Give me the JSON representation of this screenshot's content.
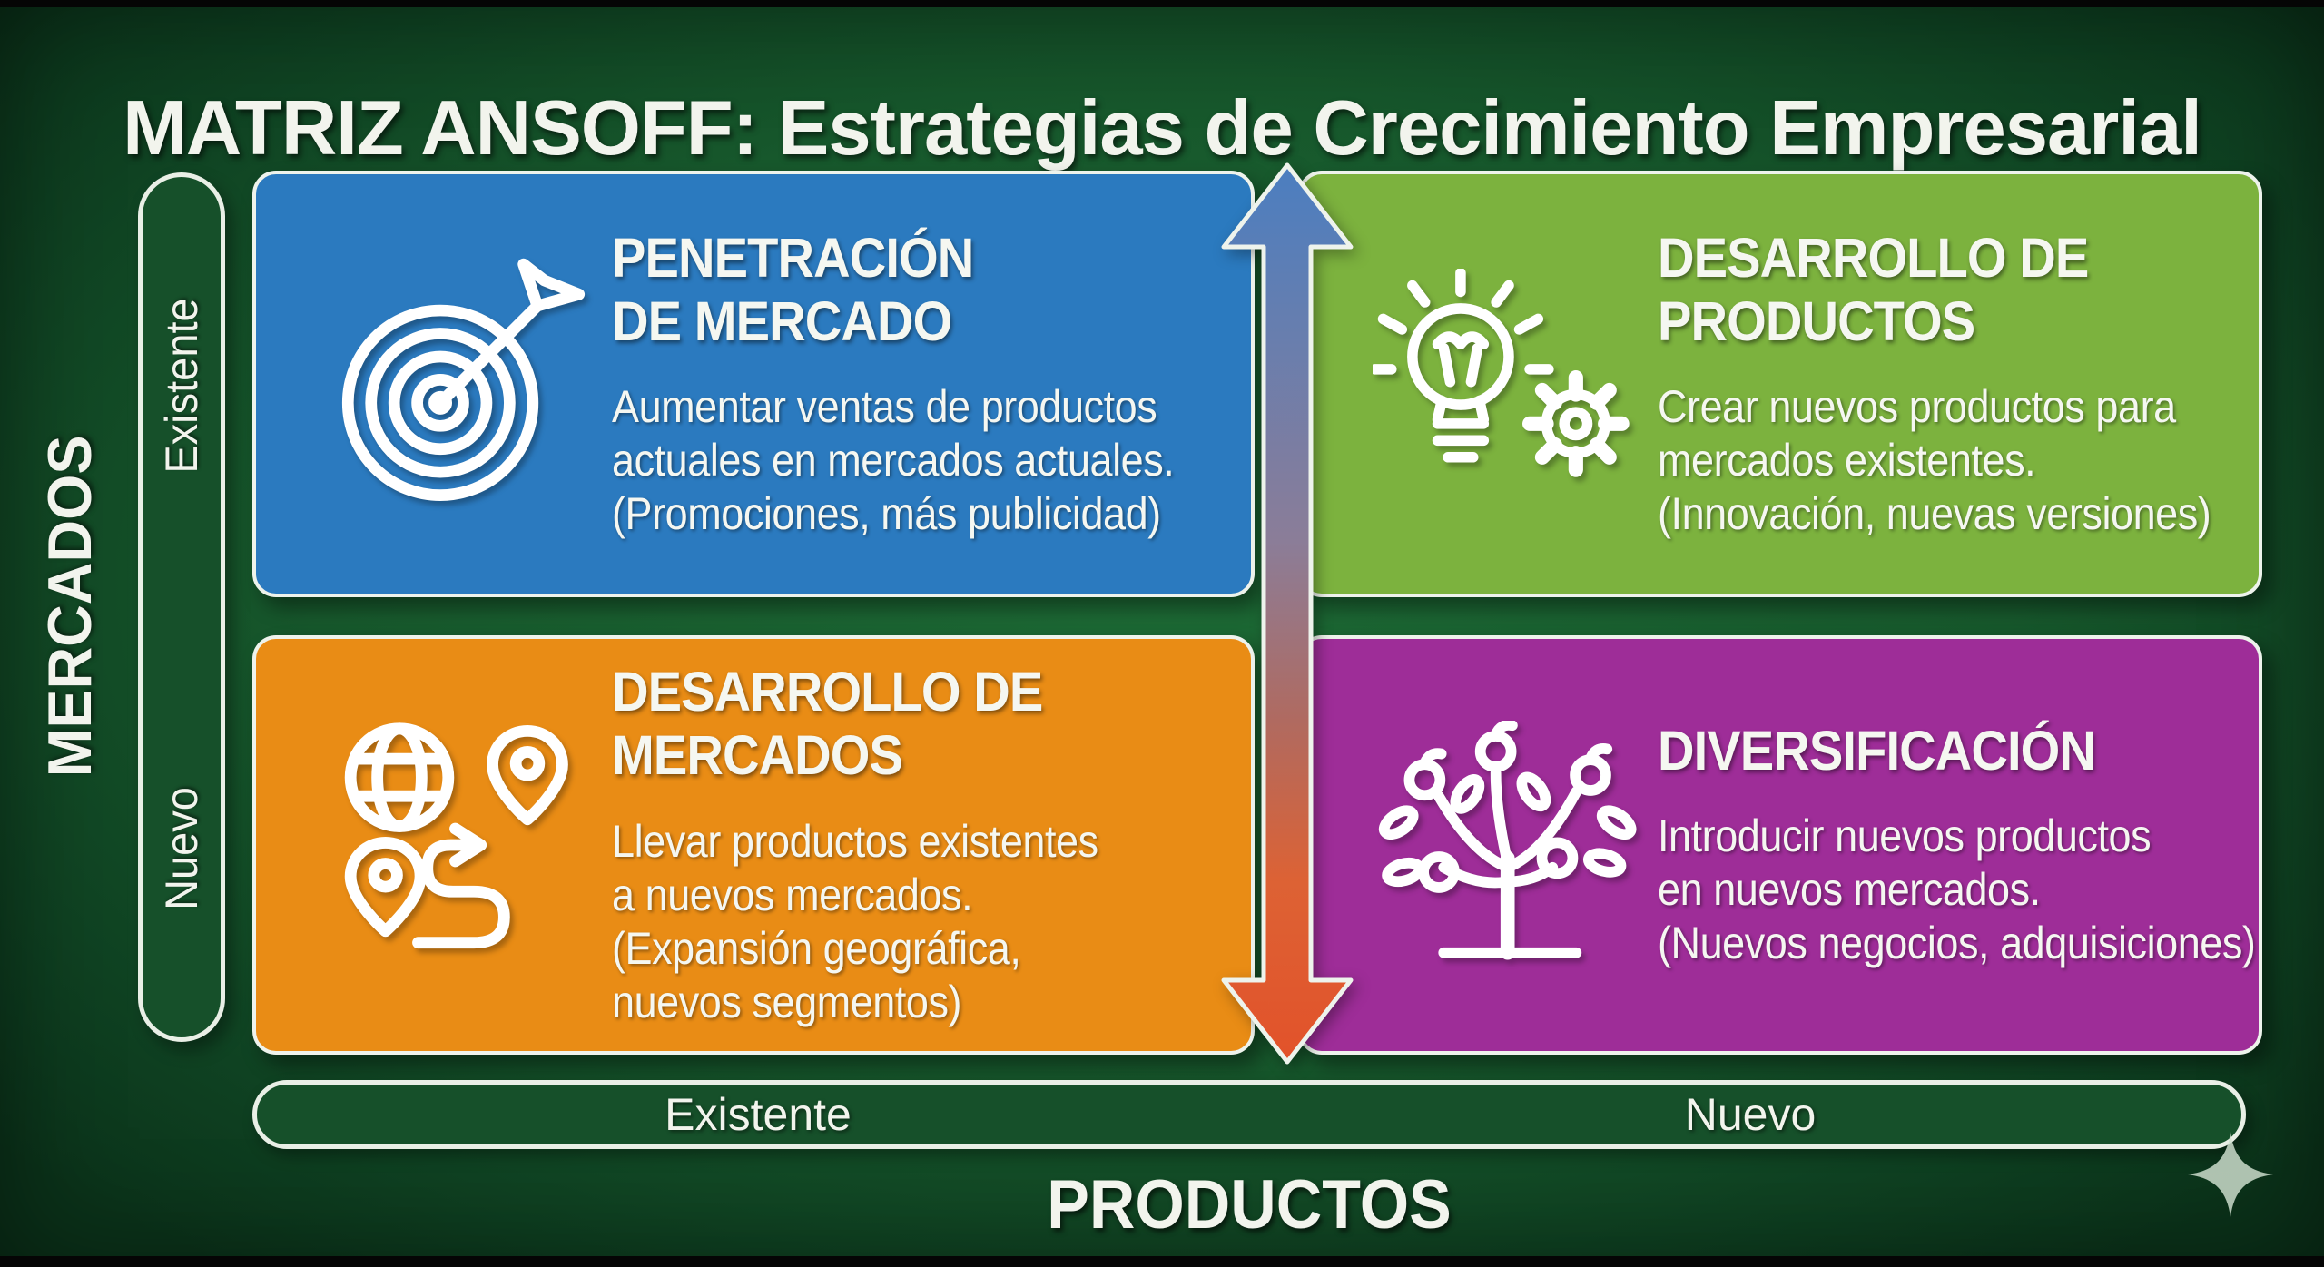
{
  "title": "MATRIZ ANSOFF: Estrategias de Crecimiento Empresarial",
  "axes": {
    "y_title": "MERCADOS",
    "y_values": [
      "Existente",
      "Nuevo"
    ],
    "x_title": "PRODUCTOS",
    "x_values": [
      "Existente",
      "Nuevo"
    ]
  },
  "quadrants": [
    {
      "key": "penetracion-de-mercado",
      "icon": "target-icon",
      "color": "#2b7abf",
      "title_lines": [
        "PENETRACIÓN",
        "DE MERCADO"
      ],
      "description_lines": [
        "Aumentar ventas de productos",
        "actuales en mercados actuales.",
        "(Promociones, más publicidad)"
      ]
    },
    {
      "key": "desarrollo-de-productos",
      "icon": "bulb-gear-icon",
      "color": "#7cb23e",
      "title_lines": [
        "DESARROLLO DE",
        "PRODUCTOS"
      ],
      "description_lines": [
        "Crear nuevos productos para",
        "mercados existentes.",
        "(Innovación, nuevas versiones)"
      ]
    },
    {
      "key": "desarrollo-de-mercados",
      "icon": "globe-route-icon",
      "color": "#e98c15",
      "title_lines": [
        "DESARROLLO DE",
        "MERCADOS"
      ],
      "description_lines": [
        "Llevar productos existentes",
        "a nuevos mercados.",
        "(Expansión geográfica,",
        "nuevos segmentos)"
      ]
    },
    {
      "key": "diversificacion",
      "icon": "tree-icon",
      "color": "#9e2d98",
      "title_lines": [
        "DIVERSIFICACIÓN"
      ],
      "description_lines": [
        "Introducir nuevos productos",
        "en nuevos mercados.",
        "(Nuevos negocios, adquisiciones)"
      ]
    }
  ],
  "arrow": {
    "type": "vertical-double-arrow",
    "colors": [
      "#4b7ec0",
      "#8b7d98",
      "#b06a60",
      "#dd6234",
      "#e2522a"
    ]
  },
  "colors": {
    "background": "#17582c",
    "background_edge": "#0b331a",
    "axis_pill_fill": "#16502a",
    "axis_pill_border": "#e9efe6",
    "panel_border": "#eef3ec",
    "text": "#f2f4ed",
    "sparkle": "#d3e2d2"
  }
}
